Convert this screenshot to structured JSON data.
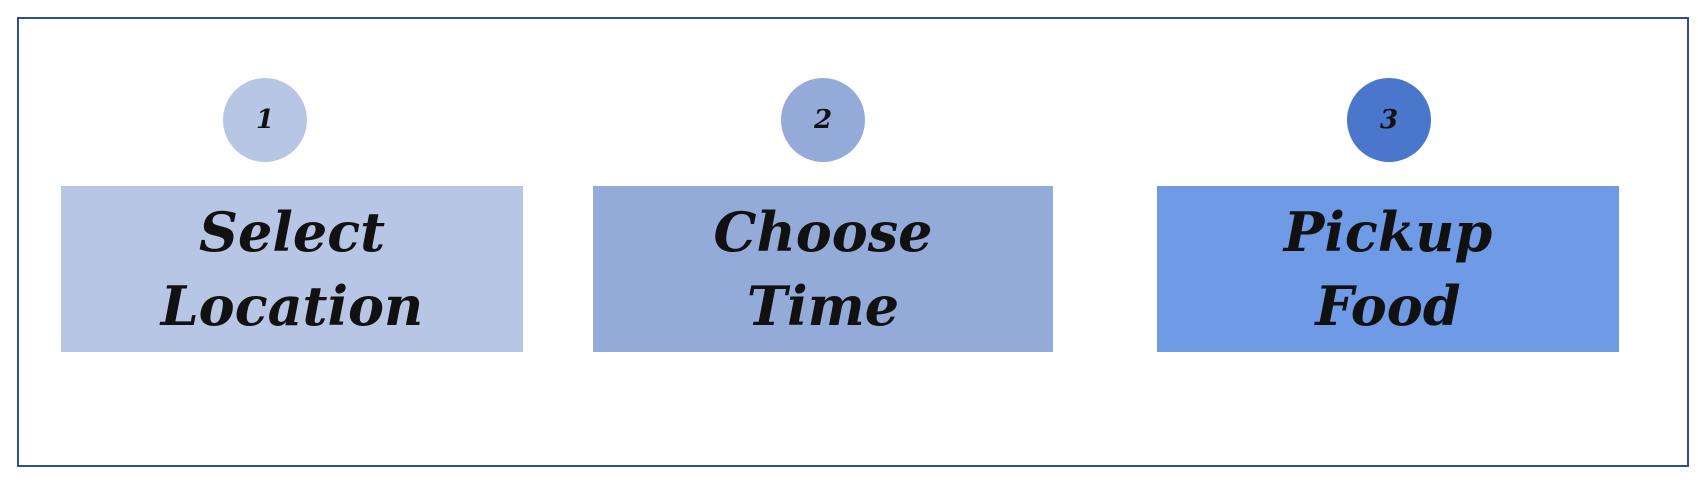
{
  "colors": {
    "frame_border": "#2f4f8f",
    "step1_fill": "#b7c6e5",
    "step2_fill": "#94abd9",
    "step3_fill": "#6f9ae6",
    "step1_circle": "#b7c6e5",
    "step2_circle": "#94abd9",
    "step3_circle": "#4a76cc"
  },
  "steps": [
    {
      "number": "1",
      "line1": "Select",
      "line2": "Location"
    },
    {
      "number": "2",
      "line1": "Choose",
      "line2": "Time"
    },
    {
      "number": "3",
      "line1": "Pickup",
      "line2": "Food"
    }
  ]
}
